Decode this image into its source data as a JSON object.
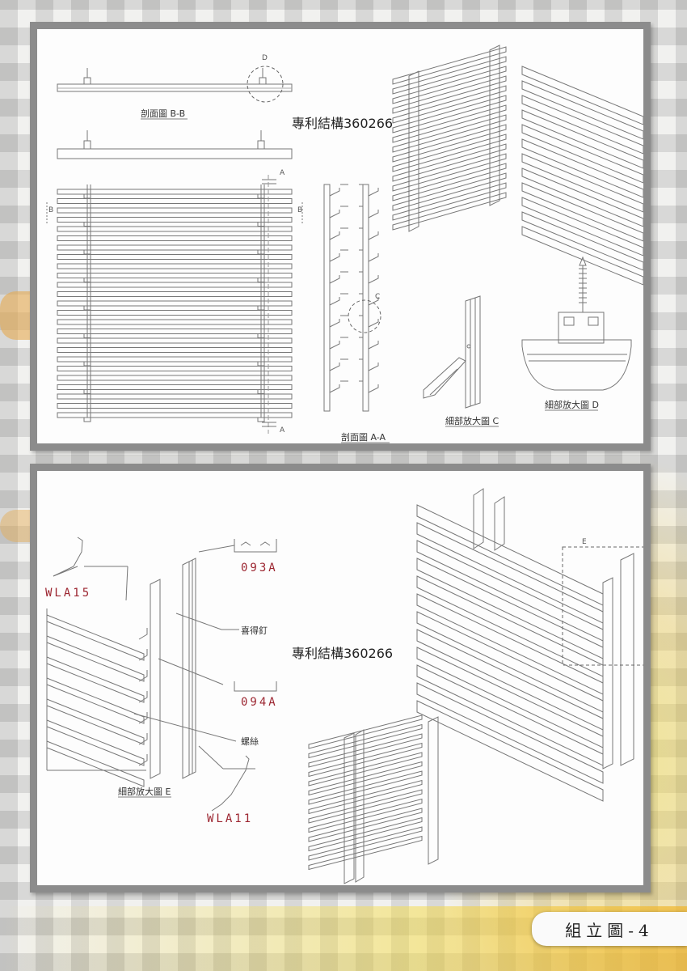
{
  "top": {
    "label_bb": "剖面圖 B-B",
    "patent": "專利結構360266",
    "marker_d": "D",
    "marker_a": "A",
    "marker_b": "B",
    "marker_c": "C",
    "label_aa": "剖面圖 A-A",
    "label_c": "細部放大圖 C",
    "label_d": "細部放大圖 D"
  },
  "bottom": {
    "wla15": "WLA15",
    "p093a": "093A",
    "nail": "喜得釘",
    "patent": "專利結構360266",
    "p094a": "094A",
    "screw": "螺絲",
    "label_e": "細部放大圖 E",
    "wla11": "WLA11",
    "marker_e": "E"
  },
  "footer": {
    "title": "組立圖-4"
  },
  "colors": {
    "frame": "#8c8c8c",
    "accent_red": "#9c2530"
  }
}
